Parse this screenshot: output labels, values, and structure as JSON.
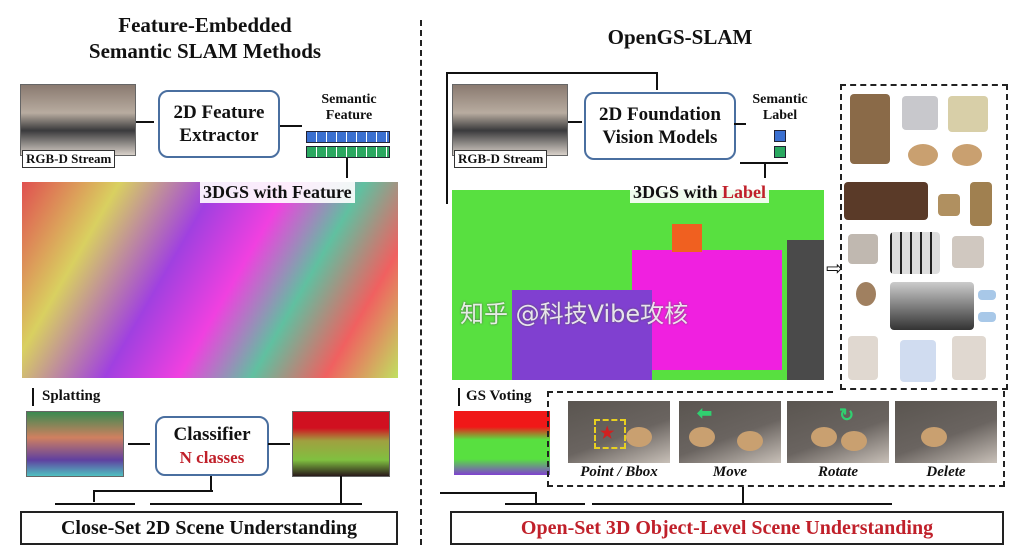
{
  "left": {
    "title_line1": "Feature-Embedded",
    "title_line2": "Semantic SLAM Methods",
    "rgbd_caption": "RGB-D Stream",
    "extractor_line1": "2D Feature",
    "extractor_line2": "Extractor",
    "semantic_feature_line1": "Semantic",
    "semantic_feature_line2": "Feature",
    "gs_caption": "3DGS with Feature",
    "splatting": "Splatting",
    "classifier_line1": "Classifier",
    "classifier_line2": "N classes",
    "bottom_bar": "Close-Set  2D Scene Understanding"
  },
  "right": {
    "title": "OpenGS-SLAM",
    "rgbd_caption": "RGB-D Stream",
    "models_line1": "2D Foundation",
    "models_line2": "Vision Models",
    "semantic_label_line1": "Semantic",
    "semantic_label_line2": "Label",
    "gs_caption_prefix": "3DGS with ",
    "gs_caption_highlight": "Label",
    "gs_voting": "GS Voting",
    "operations": [
      "Point / Bbox",
      "Move",
      "Rotate",
      "Delete"
    ],
    "bottom_bar": "Open-Set  3D Object-Level Scene Understanding"
  },
  "colors": {
    "accent_red": "#c0202a",
    "box_border": "#4a6fa0",
    "feature_blue": "#3a6fd0",
    "feature_green": "#2aa860"
  },
  "watermark": "知乎 @科技Vibe攻核"
}
